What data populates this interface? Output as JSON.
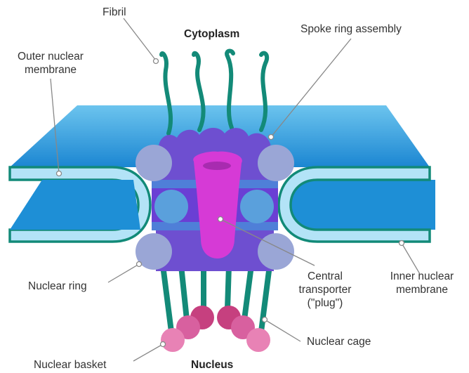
{
  "labels": {
    "fibril": "Fibril",
    "cytoplasm": "Cytoplasm",
    "spoke_ring_assembly": "Spoke ring assembly",
    "outer_nuclear_membrane_1": "Outer nuclear",
    "outer_nuclear_membrane_2": "membrane",
    "nuclear_ring": "Nuclear ring",
    "central_transporter_1": "Central",
    "central_transporter_2": "transporter",
    "central_transporter_3": "(\"plug\")",
    "inner_nuclear_membrane_1": "Inner nuclear",
    "inner_nuclear_membrane_2": "membrane",
    "nuclear_cage": "Nuclear cage",
    "nuclear_basket": "Nuclear basket",
    "nucleus": "Nucleus"
  },
  "colors": {
    "membrane_top": "#59b8e8",
    "membrane_face": "#1e8fd6",
    "membrane_edge": "#b3e3f7",
    "membrane_stroke": "#128a78",
    "complex_body": "#6e4fd0",
    "complex_band": "#4f7fd8",
    "ring_circle": "#9aa6d6",
    "inner_circle": "#5aa0dc",
    "plug": "#d63ad6",
    "fibril": "#138a78",
    "basket_dark": "#c6407f",
    "basket_light": "#e882b5",
    "leader_line": "#888888"
  }
}
